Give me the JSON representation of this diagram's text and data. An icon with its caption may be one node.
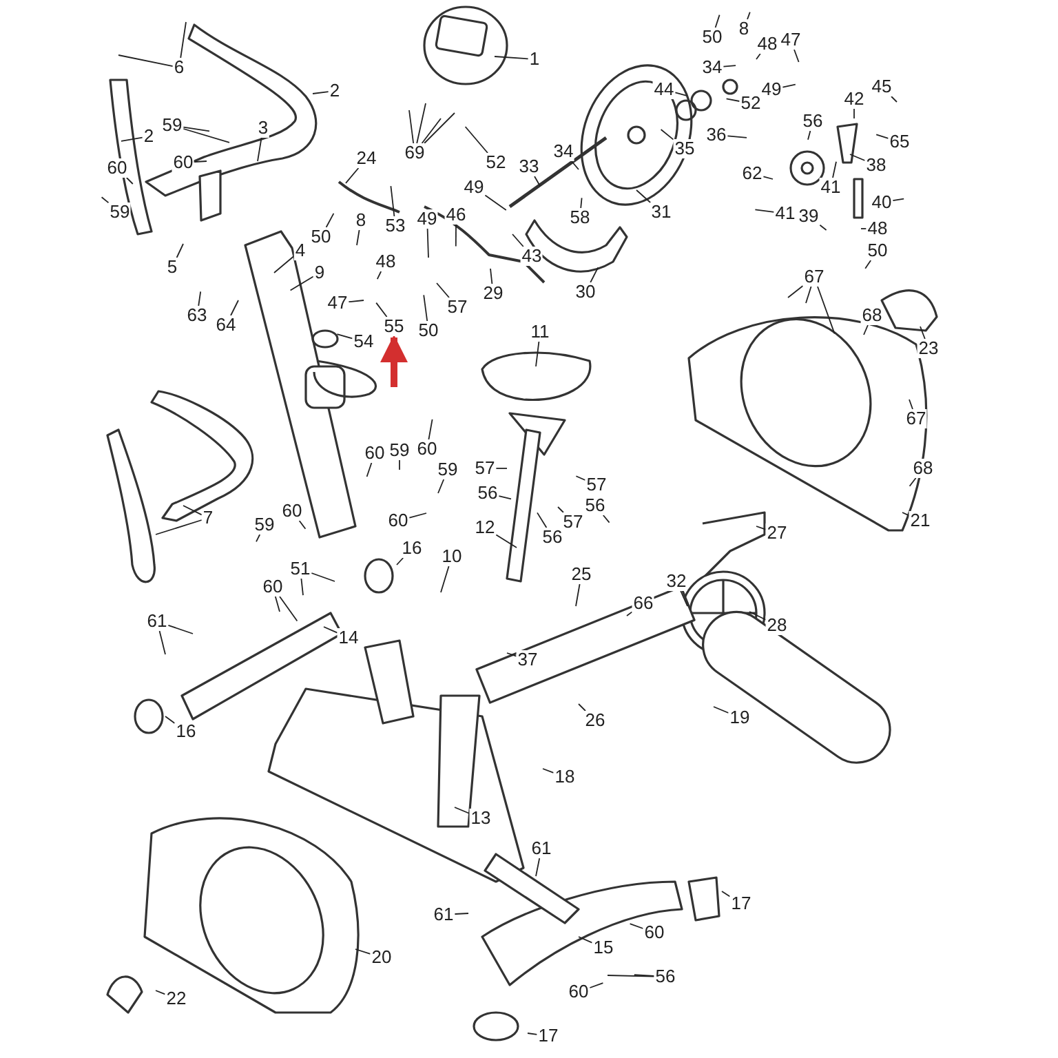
{
  "diagram": {
    "nodes": [
      {
        "text": [
          "1"
        ]
      },
      {
        "text": [
          "6"
        ]
      },
      {
        "text": [
          "2"
        ]
      },
      {
        "text": [
          "2"
        ]
      },
      {
        "text": [
          "59"
        ]
      },
      {
        "text": [
          "3"
        ]
      },
      {
        "text": [
          "60"
        ]
      },
      {
        "text": [
          "60"
        ]
      },
      {
        "text": [
          "59"
        ]
      },
      {
        "text": [
          "5"
        ]
      },
      {
        "text": [
          "69"
        ]
      },
      {
        "text": [
          "24"
        ]
      },
      {
        "text": [
          "4"
        ]
      },
      {
        "text": [
          "50"
        ]
      },
      {
        "text": [
          "8"
        ]
      },
      {
        "text": [
          "48"
        ]
      },
      {
        "text": [
          "53"
        ]
      },
      {
        "text": [
          "49"
        ]
      },
      {
        "text": [
          "46"
        ]
      },
      {
        "text": [
          "49"
        ]
      },
      {
        "text": [
          "52"
        ]
      },
      {
        "text": [
          "33"
        ]
      },
      {
        "text": [
          "34"
        ]
      },
      {
        "text": [
          "31"
        ]
      },
      {
        "text": [
          "44"
        ]
      },
      {
        "text": [
          "35"
        ]
      },
      {
        "text": [
          "36"
        ]
      },
      {
        "text": [
          "34"
        ]
      },
      {
        "text": [
          "50"
        ]
      },
      {
        "text": [
          "8"
        ]
      },
      {
        "text": [
          "48"
        ]
      },
      {
        "text": [
          "47"
        ]
      },
      {
        "text": [
          "49"
        ]
      },
      {
        "text": [
          "52"
        ]
      },
      {
        "text": [
          "42"
        ]
      },
      {
        "text": [
          "45"
        ]
      },
      {
        "text": [
          "56"
        ]
      },
      {
        "text": [
          "65"
        ]
      },
      {
        "text": [
          "38"
        ]
      },
      {
        "text": [
          "62"
        ]
      },
      {
        "text": [
          "41"
        ]
      },
      {
        "text": [
          "41"
        ]
      },
      {
        "text": [
          "39"
        ]
      },
      {
        "text": [
          "40"
        ]
      },
      {
        "text": [
          "48"
        ]
      },
      {
        "text": [
          "50"
        ]
      },
      {
        "text": [
          "58"
        ]
      },
      {
        "text": [
          "43"
        ]
      },
      {
        "text": [
          "29"
        ]
      },
      {
        "text": [
          "30"
        ]
      },
      {
        "text": [
          "9"
        ]
      },
      {
        "text": [
          "47"
        ]
      },
      {
        "text": [
          "57"
        ]
      },
      {
        "text": [
          "55"
        ]
      },
      {
        "text": [
          "50"
        ]
      },
      {
        "text": [
          "54"
        ]
      },
      {
        "text": [
          "63"
        ]
      },
      {
        "text": [
          "64"
        ]
      },
      {
        "text": [
          "67"
        ]
      },
      {
        "text": [
          "68"
        ]
      },
      {
        "text": [
          "23"
        ]
      },
      {
        "text": [
          "11"
        ]
      },
      {
        "text": [
          "67"
        ]
      },
      {
        "text": [
          "60"
        ]
      },
      {
        "text": [
          "59"
        ]
      },
      {
        "text": [
          "60"
        ]
      },
      {
        "text": [
          "59"
        ]
      },
      {
        "text": [
          "57"
        ]
      },
      {
        "text": [
          "57"
        ]
      },
      {
        "text": [
          "68"
        ]
      },
      {
        "text": [
          "56"
        ]
      },
      {
        "text": [
          "56"
        ]
      },
      {
        "text": [
          "7"
        ]
      },
      {
        "text": [
          "60"
        ]
      },
      {
        "text": [
          "60"
        ]
      },
      {
        "text": [
          "21"
        ]
      },
      {
        "text": [
          "57"
        ]
      },
      {
        "text": [
          "59"
        ]
      },
      {
        "text": [
          "12"
        ]
      },
      {
        "text": [
          "27"
        ]
      },
      {
        "text": [
          "56"
        ]
      },
      {
        "text": [
          "16"
        ]
      },
      {
        "text": [
          "10"
        ]
      },
      {
        "text": [
          "51"
        ]
      },
      {
        "text": [
          "25"
        ]
      },
      {
        "text": [
          "32"
        ]
      },
      {
        "text": [
          "60"
        ]
      },
      {
        "text": [
          "66"
        ]
      },
      {
        "text": [
          "61"
        ]
      },
      {
        "text": [
          "28"
        ]
      },
      {
        "text": [
          "14"
        ]
      },
      {
        "text": [
          "37"
        ]
      },
      {
        "text": [
          "19"
        ]
      },
      {
        "text": [
          "26"
        ]
      },
      {
        "text": [
          "16"
        ]
      },
      {
        "text": [
          "18"
        ]
      },
      {
        "text": [
          "13"
        ]
      },
      {
        "text": [
          "61"
        ]
      },
      {
        "text": [
          "17"
        ]
      },
      {
        "text": [
          "61"
        ]
      },
      {
        "text": [
          "60"
        ]
      },
      {
        "text": [
          "15"
        ]
      },
      {
        "text": [
          "20"
        ]
      },
      {
        "text": [
          "56"
        ]
      },
      {
        "text": [
          "60"
        ]
      },
      {
        "text": [
          "22"
        ]
      },
      {
        "text": [
          "17"
        ]
      }
    ],
    "edges": [
      {
        "from": 0,
        "to": null,
        "arrow": "none"
      },
      {
        "from": 1,
        "to": null,
        "arrow": "none"
      },
      {
        "from": 1,
        "to": null,
        "arrow": "none"
      },
      {
        "from": 2,
        "to": null,
        "arrow": "none"
      },
      {
        "from": 3,
        "to": null,
        "arrow": "none"
      },
      {
        "from": 4,
        "to": null,
        "arrow": "none"
      },
      {
        "from": 4,
        "to": null,
        "arrow": "none"
      },
      {
        "from": 5,
        "to": null,
        "arrow": "none"
      },
      {
        "from": 6,
        "to": null,
        "arrow": "none"
      },
      {
        "from": 7,
        "to": null,
        "arrow": "none"
      },
      {
        "from": 8,
        "to": null,
        "arrow": "none"
      },
      {
        "from": 9,
        "to": null,
        "arrow": "none"
      },
      {
        "from": 10,
        "to": null,
        "arrow": "none"
      },
      {
        "from": 10,
        "to": null,
        "arrow": "none"
      },
      {
        "from": 10,
        "to": null,
        "arrow": "none"
      },
      {
        "from": 10,
        "to": null,
        "arrow": "none"
      },
      {
        "from": 11,
        "to": null,
        "arrow": "none"
      },
      {
        "from": 12,
        "to": null,
        "arrow": "none"
      },
      {
        "from": 13,
        "to": null,
        "arrow": "none"
      },
      {
        "from": 14,
        "to": null,
        "arrow": "none"
      },
      {
        "from": 15,
        "to": null,
        "arrow": "none"
      },
      {
        "from": 16,
        "to": null,
        "arrow": "none"
      },
      {
        "from": 17,
        "to": null,
        "arrow": "none"
      },
      {
        "from": 18,
        "to": null,
        "arrow": "none"
      },
      {
        "from": 19,
        "to": null,
        "arrow": "none"
      },
      {
        "from": 20,
        "to": null,
        "arrow": "none"
      },
      {
        "from": 21,
        "to": null,
        "arrow": "none"
      },
      {
        "from": 22,
        "to": null,
        "arrow": "none"
      },
      {
        "from": 23,
        "to": null,
        "arrow": "none"
      },
      {
        "from": 24,
        "to": null,
        "arrow": "none"
      },
      {
        "from": 25,
        "to": null,
        "arrow": "none"
      },
      {
        "from": 26,
        "to": null,
        "arrow": "none"
      },
      {
        "from": 27,
        "to": null,
        "arrow": "none"
      },
      {
        "from": 28,
        "to": null,
        "arrow": "none"
      },
      {
        "from": 29,
        "to": null,
        "arrow": "none"
      },
      {
        "from": 30,
        "to": null,
        "arrow": "none"
      },
      {
        "from": 31,
        "to": null,
        "arrow": "none"
      },
      {
        "from": 32,
        "to": null,
        "arrow": "none"
      },
      {
        "from": 33,
        "to": null,
        "arrow": "none"
      },
      {
        "from": 34,
        "to": null,
        "arrow": "none"
      },
      {
        "from": 35,
        "to": null,
        "arrow": "none"
      },
      {
        "from": 36,
        "to": null,
        "arrow": "none"
      },
      {
        "from": 37,
        "to": null,
        "arrow": "none"
      },
      {
        "from": 38,
        "to": null,
        "arrow": "none"
      },
      {
        "from": 39,
        "to": null,
        "arrow": "none"
      },
      {
        "from": 40,
        "to": null,
        "arrow": "none"
      },
      {
        "from": 41,
        "to": null,
        "arrow": "none"
      },
      {
        "from": 42,
        "to": null,
        "arrow": "none"
      },
      {
        "from": 43,
        "to": null,
        "arrow": "none"
      },
      {
        "from": 44,
        "to": null,
        "arrow": "none"
      },
      {
        "from": 45,
        "to": null,
        "arrow": "none"
      },
      {
        "from": 46,
        "to": null,
        "arrow": "none"
      },
      {
        "from": 47,
        "to": null,
        "arrow": "none"
      },
      {
        "from": 48,
        "to": null,
        "arrow": "none"
      },
      {
        "from": 49,
        "to": null,
        "arrow": "none"
      },
      {
        "from": 50,
        "to": null,
        "arrow": "none"
      },
      {
        "from": 51,
        "to": null,
        "arrow": "none"
      },
      {
        "from": 52,
        "to": null,
        "arrow": "none"
      },
      {
        "from": 53,
        "to": null,
        "arrow": "none"
      },
      {
        "from": 54,
        "to": null,
        "arrow": "none"
      },
      {
        "from": 55,
        "to": null,
        "arrow": "none"
      },
      {
        "from": 56,
        "to": null,
        "arrow": "none"
      },
      {
        "from": 57,
        "to": null,
        "arrow": "none"
      },
      {
        "from": 58,
        "to": null,
        "arrow": "none"
      },
      {
        "from": 58,
        "to": null,
        "arrow": "none"
      },
      {
        "from": 58,
        "to": null,
        "arrow": "none"
      },
      {
        "from": 59,
        "to": null,
        "arrow": "none"
      },
      {
        "from": 60,
        "to": null,
        "arrow": "none"
      },
      {
        "from": 61,
        "to": null,
        "arrow": "none"
      },
      {
        "from": 62,
        "to": null,
        "arrow": "none"
      },
      {
        "from": 63,
        "to": null,
        "arrow": "none"
      },
      {
        "from": 64,
        "to": null,
        "arrow": "none"
      },
      {
        "from": 65,
        "to": null,
        "arrow": "none"
      },
      {
        "from": 66,
        "to": null,
        "arrow": "none"
      },
      {
        "from": 67,
        "to": null,
        "arrow": "none"
      },
      {
        "from": 68,
        "to": null,
        "arrow": "none"
      },
      {
        "from": 69,
        "to": null,
        "arrow": "none"
      },
      {
        "from": 70,
        "to": null,
        "arrow": "none"
      },
      {
        "from": 71,
        "to": null,
        "arrow": "none"
      },
      {
        "from": 72,
        "to": null,
        "arrow": "none"
      },
      {
        "from": 72,
        "to": null,
        "arrow": "none"
      },
      {
        "from": 73,
        "to": null,
        "arrow": "none"
      },
      {
        "from": 74,
        "to": null,
        "arrow": "none"
      },
      {
        "from": 75,
        "to": null,
        "arrow": "none"
      },
      {
        "from": 76,
        "to": null,
        "arrow": "none"
      },
      {
        "from": 77,
        "to": null,
        "arrow": "none"
      },
      {
        "from": 78,
        "to": null,
        "arrow": "none"
      },
      {
        "from": 79,
        "to": null,
        "arrow": "none"
      },
      {
        "from": 80,
        "to": null,
        "arrow": "none"
      },
      {
        "from": 81,
        "to": null,
        "arrow": "none"
      },
      {
        "from": 82,
        "to": null,
        "arrow": "none"
      },
      {
        "from": 83,
        "to": null,
        "arrow": "none"
      },
      {
        "from": 83,
        "to": null,
        "arrow": "none"
      },
      {
        "from": 84,
        "to": null,
        "arrow": "none"
      },
      {
        "from": 85,
        "to": null,
        "arrow": "none"
      },
      {
        "from": 86,
        "to": null,
        "arrow": "none"
      },
      {
        "from": 86,
        "to": null,
        "arrow": "none"
      },
      {
        "from": 87,
        "to": null,
        "arrow": "none"
      },
      {
        "from": 88,
        "to": null,
        "arrow": "none"
      },
      {
        "from": 88,
        "to": null,
        "arrow": "none"
      },
      {
        "from": 89,
        "to": null,
        "arrow": "none"
      },
      {
        "from": 90,
        "to": null,
        "arrow": "none"
      },
      {
        "from": 91,
        "to": null,
        "arrow": "none"
      },
      {
        "from": 92,
        "to": null,
        "arrow": "none"
      },
      {
        "from": 93,
        "to": null,
        "arrow": "none"
      },
      {
        "from": 94,
        "to": null,
        "arrow": "none"
      },
      {
        "from": 95,
        "to": null,
        "arrow": "none"
      },
      {
        "from": 96,
        "to": null,
        "arrow": "none"
      },
      {
        "from": 97,
        "to": null,
        "arrow": "none"
      },
      {
        "from": 98,
        "to": null,
        "arrow": "none"
      },
      {
        "from": 99,
        "to": null,
        "arrow": "none"
      },
      {
        "from": 100,
        "to": null,
        "arrow": "none"
      },
      {
        "from": 101,
        "to": null,
        "arrow": "none"
      },
      {
        "from": 102,
        "to": null,
        "arrow": "none"
      },
      {
        "from": 103,
        "to": null,
        "arrow": "none"
      },
      {
        "from": 103,
        "to": null,
        "arrow": "none"
      },
      {
        "from": 104,
        "to": null,
        "arrow": "none"
      },
      {
        "from": 105,
        "to": null,
        "arrow": "none"
      },
      {
        "from": 106,
        "to": null,
        "arrow": "none"
      },
      {
        "from": null,
        "to": 53,
        "arrow": "to",
        "style": "thick",
        "color": "#d32f2f"
      }
    ]
  }
}
